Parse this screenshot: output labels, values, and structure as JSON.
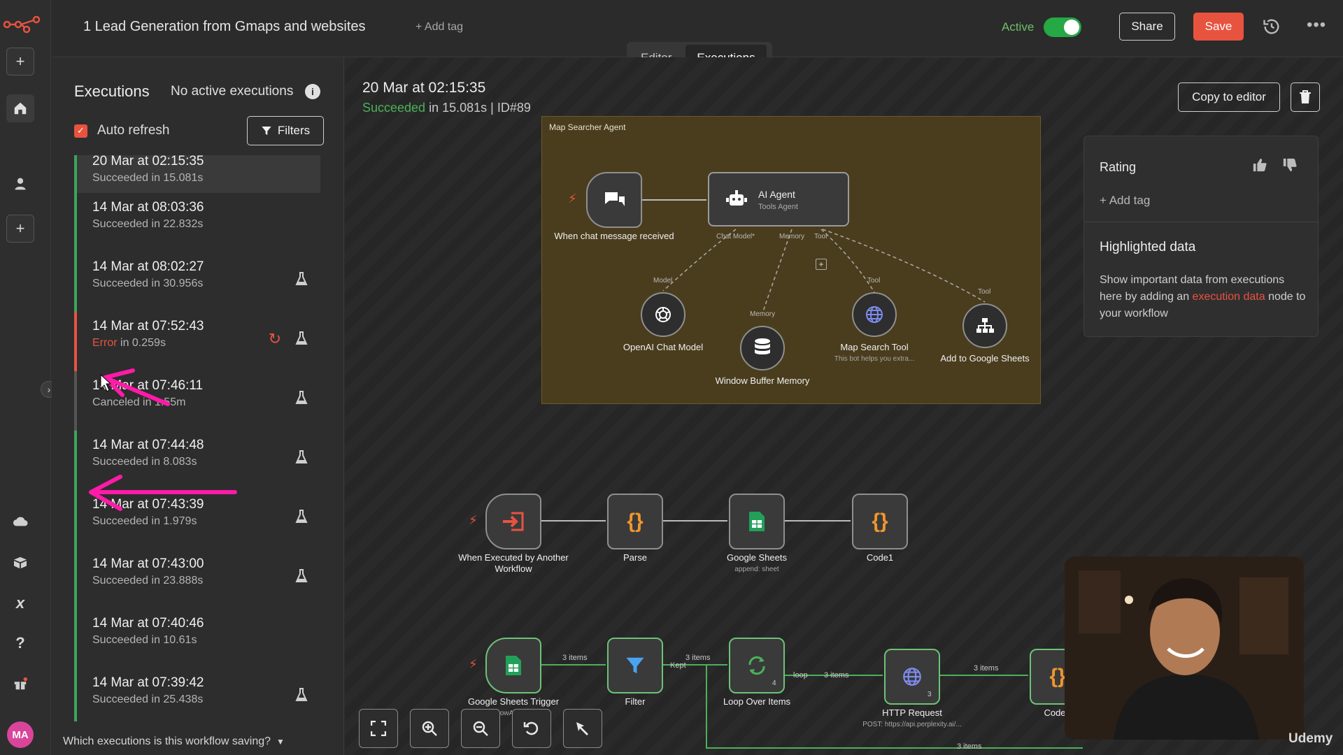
{
  "header": {
    "workflow_title": "1 Lead Generation from Gmaps and websites",
    "add_tag": "+ Add tag",
    "active_label": "Active",
    "active": true,
    "share_label": "Share",
    "save_label": "Save",
    "tabs": [
      {
        "label": "Editor",
        "active": false
      },
      {
        "label": "Executions",
        "active": true
      }
    ]
  },
  "rail": {
    "avatar_initials": "MA",
    "icons": [
      "n8n-logo-icon",
      "plus-icon",
      "home-icon",
      "user-icon",
      "plus-icon",
      "cloud-icon",
      "box-icon",
      "variables-icon",
      "help-icon",
      "gift-icon"
    ]
  },
  "executions": {
    "title": "Executions",
    "no_active": "No active executions",
    "auto_refresh_label": "Auto refresh",
    "auto_refresh_checked": true,
    "filters_label": "Filters",
    "items": [
      {
        "date": "20 Mar at 02:15:35",
        "status_word": "",
        "status": "Succeeded in 15.081s",
        "kind": "success",
        "flask": false,
        "retry": false
      },
      {
        "date": "14 Mar at 08:03:36",
        "status_word": "",
        "status": "Succeeded in 22.832s",
        "kind": "success",
        "flask": false,
        "retry": false
      },
      {
        "date": "14 Mar at 08:02:27",
        "status_word": "",
        "status": "Succeeded in 30.956s",
        "kind": "success",
        "flask": true,
        "retry": false
      },
      {
        "date": "14 Mar at 07:52:43",
        "status_word": "Error",
        "status": " in 0.259s",
        "kind": "error",
        "flask": true,
        "retry": true
      },
      {
        "date": "14 Mar at 07:46:11",
        "status_word": "",
        "status": "Canceled in 1:55m",
        "kind": "canceled",
        "flask": true,
        "retry": false
      },
      {
        "date": "14 Mar at 07:44:48",
        "status_word": "",
        "status": "Succeeded in 8.083s",
        "kind": "success",
        "flask": true,
        "retry": false
      },
      {
        "date": "14 Mar at 07:43:39",
        "status_word": "",
        "status": "Succeeded in 1.979s",
        "kind": "success",
        "flask": true,
        "retry": false
      },
      {
        "date": "14 Mar at 07:43:00",
        "status_word": "",
        "status": "Succeeded in 23.888s",
        "kind": "success",
        "flask": true,
        "retry": false
      },
      {
        "date": "14 Mar at 07:40:46",
        "status_word": "",
        "status": "Succeeded in 10.61s",
        "kind": "success",
        "flask": false,
        "retry": false
      },
      {
        "date": "14 Mar at 07:39:42",
        "status_word": "",
        "status": "Succeeded in 25.438s",
        "kind": "success",
        "flask": true,
        "retry": false
      }
    ],
    "saving_question": "Which executions is this workflow saving?"
  },
  "run": {
    "date": "20 Mar at 02:15:35",
    "status_word": "Succeeded",
    "status_rest": " in 15.081s | ID#89",
    "copy_label": "Copy to editor"
  },
  "sticky": {
    "title": "Map Searcher Agent"
  },
  "nodes": {
    "chat_trigger": "When chat message received",
    "agent_title": "AI Agent",
    "agent_sub": "Tools Agent",
    "port_chat_model": "Chat Model*",
    "port_memory": "Memory",
    "port_tool": "Tool",
    "lbl_model": "Model",
    "lbl_memory": "Memory",
    "lbl_tool": "Tool",
    "openai": "OpenAI Chat Model",
    "memory": "Window Buffer Memory",
    "map_tool": "Map Search Tool",
    "map_tool_sub": "This bot helps you extra...",
    "add_sheets": "Add to Google Sheets",
    "exec_trigger": "When Executed by Another Workflow",
    "parse": "Parse",
    "gsheets": "Google Sheets",
    "gsheets_sub": "append: sheet",
    "code1": "Code1",
    "sheets_trigger": "Google Sheets Trigger",
    "sheets_trigger_sub": "rowAdded",
    "filter": "Filter",
    "loop": "Loop Over Items",
    "http": "HTTP Request",
    "http_sub": "POST: https://api.perplexity.ai/...",
    "code": "Code",
    "edge_3items": "3 items",
    "edge_kept": "Kept",
    "edge_loop": "loop",
    "count_4": "4",
    "count_3": "3"
  },
  "rating": {
    "label": "Rating",
    "add_tag": "+ Add tag",
    "highlight_title": "Highlighted data",
    "highlight_text_1": "Show important data from executions here by adding an ",
    "highlight_link": "execution data",
    "highlight_text_2": " node to your workflow"
  },
  "watermark": "Udemy",
  "colors": {
    "accent": "#e8533f",
    "success": "#3ba55c",
    "sticky": "#4a3d1d",
    "annotation_arrow": "#ff1aa8"
  }
}
